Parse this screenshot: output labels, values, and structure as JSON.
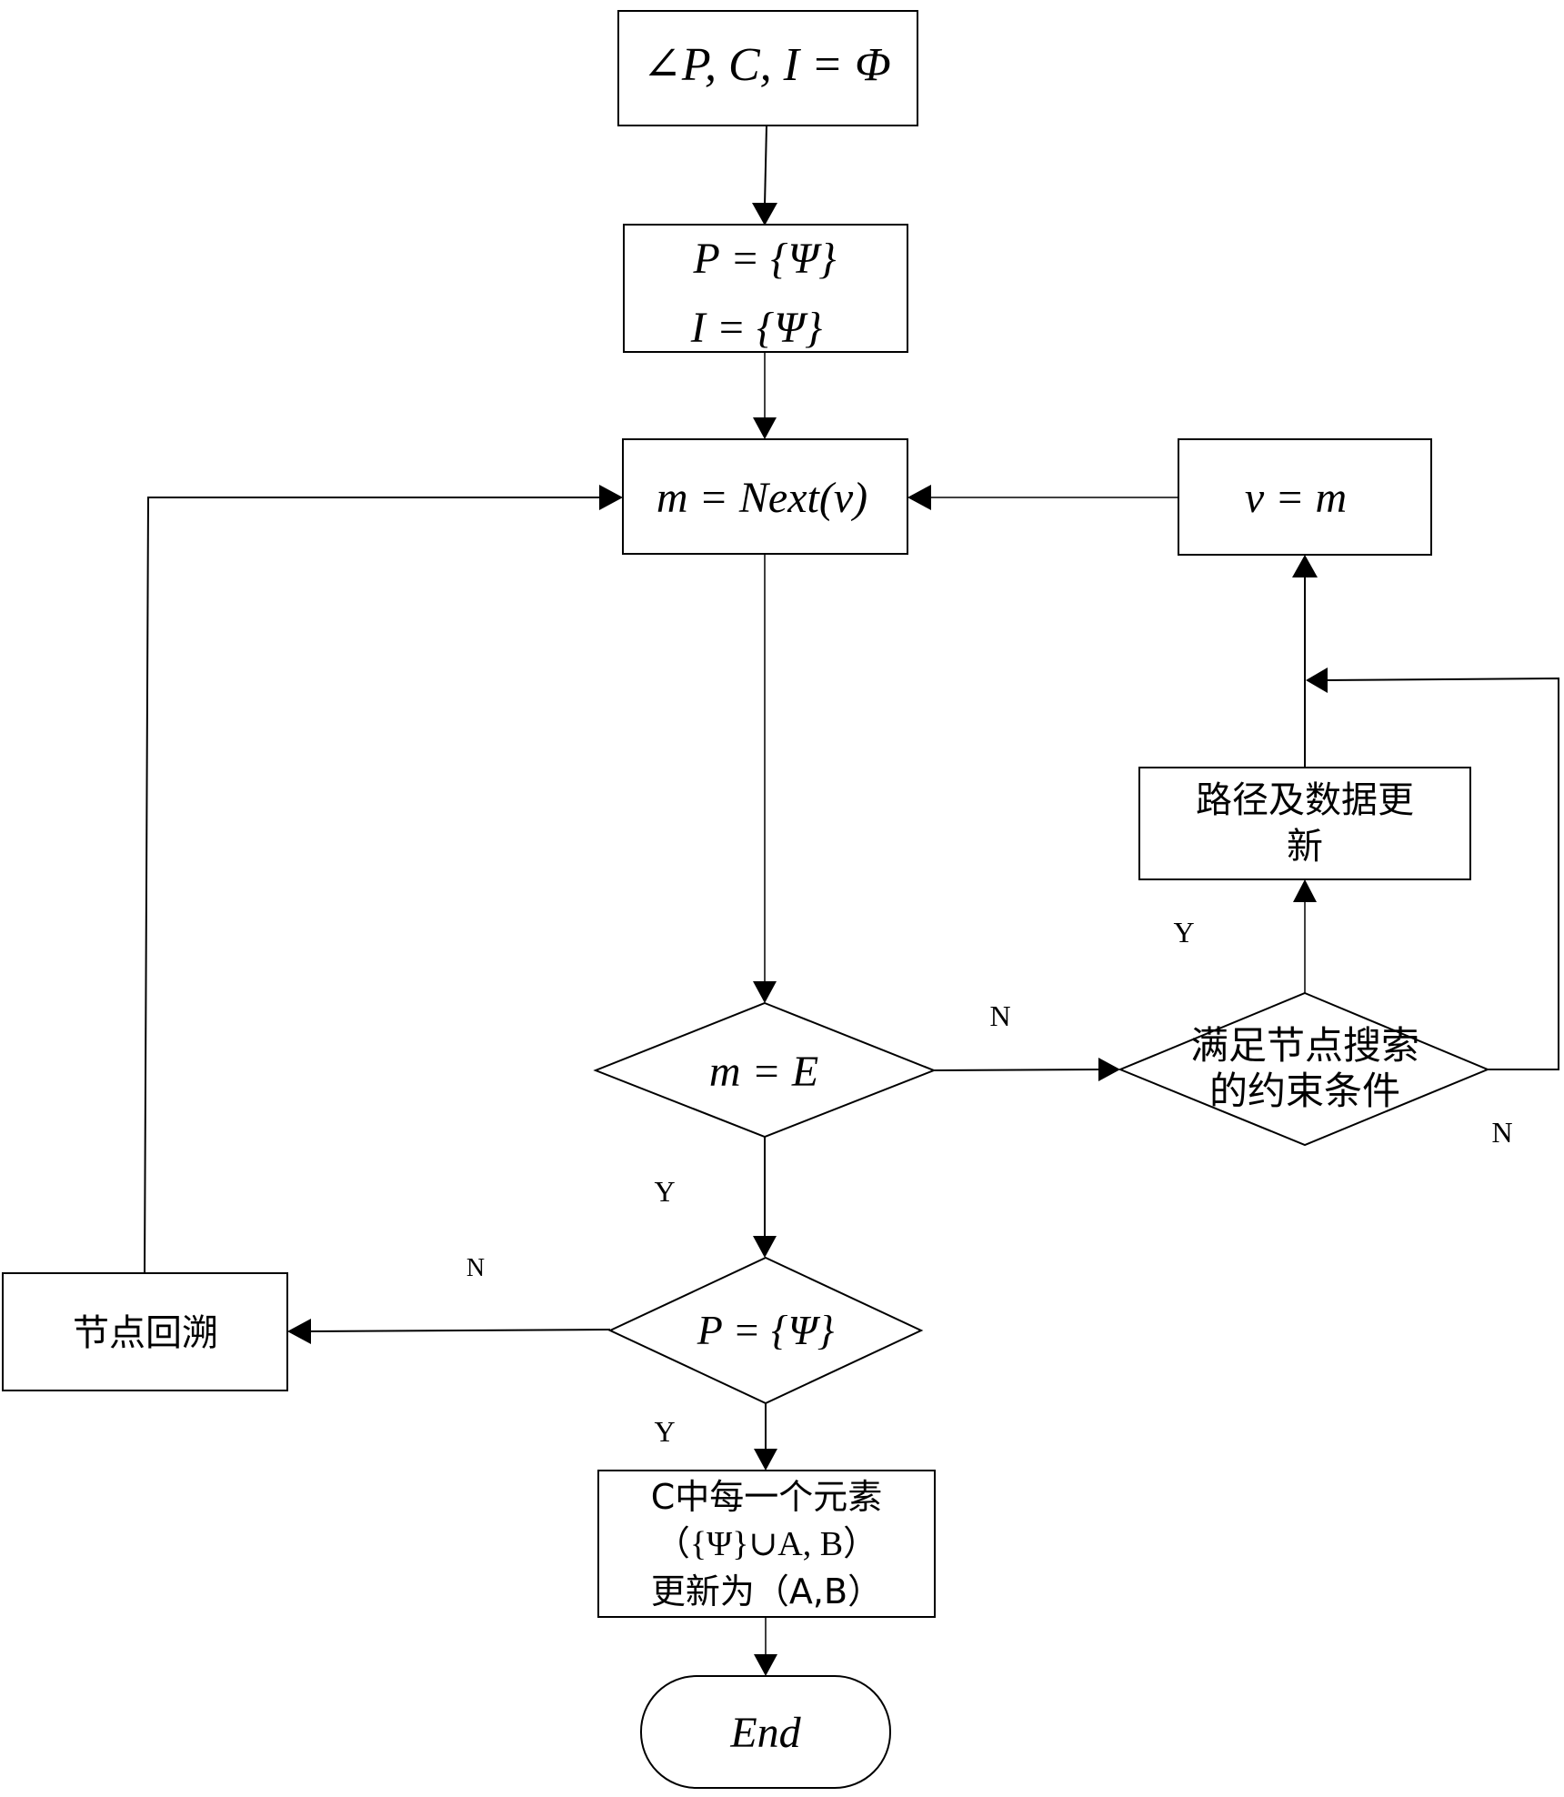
{
  "diagram": {
    "type": "flowchart",
    "nodes": {
      "init": {
        "kind": "process",
        "text": "∠P, C, I = Φ"
      },
      "set_p_i": {
        "kind": "process",
        "lines": [
          "P = {Ψ}",
          "I = {Ψ}"
        ]
      },
      "next": {
        "kind": "process",
        "text": "m = Next(v)"
      },
      "assign": {
        "kind": "process",
        "text": "v = m"
      },
      "update": {
        "kind": "process",
        "lines": [
          "路径及数据更",
          "新"
        ]
      },
      "check_end": {
        "kind": "decision",
        "text": "m = E"
      },
      "constraint": {
        "kind": "decision",
        "lines": [
          "满足节点搜索",
          "的约束条件"
        ]
      },
      "check_p": {
        "kind": "decision",
        "text": "P = {Ψ}"
      },
      "backtrack": {
        "kind": "process",
        "text": "节点回溯"
      },
      "final_update": {
        "kind": "process",
        "lines": [
          "C中每一个元素",
          "（{Ψ}∪A, B）",
          "更新为（A,B）"
        ]
      },
      "end": {
        "kind": "terminal",
        "text": "End"
      }
    },
    "edge_labels": {
      "check_end_no": "N",
      "check_end_yes": "Y",
      "constraint_yes": "Y",
      "constraint_no": "N",
      "check_p_no": "N",
      "check_p_yes": "Y"
    },
    "edges": [
      {
        "from": "init",
        "to": "set_p_i",
        "label": ""
      },
      {
        "from": "set_p_i",
        "to": "next",
        "label": ""
      },
      {
        "from": "next",
        "to": "check_end",
        "label": ""
      },
      {
        "from": "check_end",
        "to": "constraint",
        "label": "N"
      },
      {
        "from": "check_end",
        "to": "check_p",
        "label": "Y"
      },
      {
        "from": "constraint",
        "to": "update",
        "label": "Y"
      },
      {
        "from": "constraint",
        "to": "assign",
        "label": "N"
      },
      {
        "from": "update",
        "to": "assign",
        "label": ""
      },
      {
        "from": "assign",
        "to": "next",
        "label": ""
      },
      {
        "from": "check_p",
        "to": "backtrack",
        "label": "N"
      },
      {
        "from": "backtrack",
        "to": "next",
        "label": ""
      },
      {
        "from": "check_p",
        "to": "final_update",
        "label": "Y"
      },
      {
        "from": "final_update",
        "to": "end",
        "label": ""
      }
    ]
  }
}
